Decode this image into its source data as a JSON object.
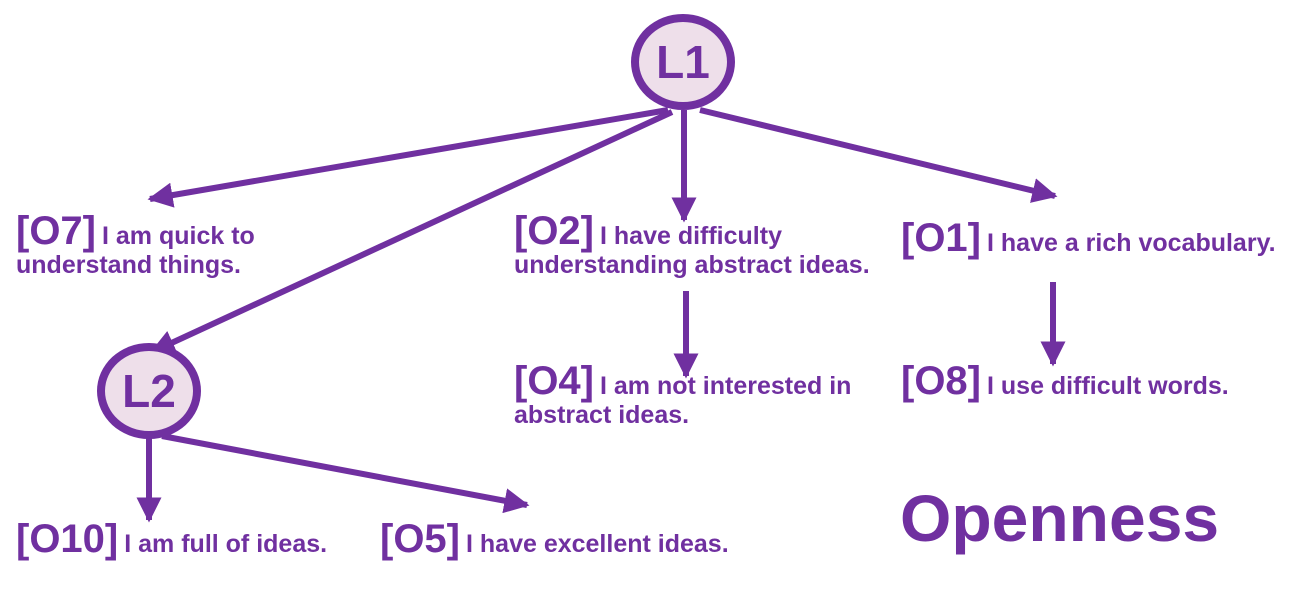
{
  "colors": {
    "accent": "#7030a0",
    "node_fill": "#eedfea"
  },
  "nodes": {
    "l1": "L1",
    "l2": "L2"
  },
  "items": {
    "o7": {
      "code": "[O7]",
      "line1": "I am quick to",
      "line2": "understand things."
    },
    "o2": {
      "code": "[O2]",
      "line1": "I have difficulty",
      "line2": "understanding abstract ideas."
    },
    "o1": {
      "code": "[O1]",
      "line1": "I have a rich vocabulary."
    },
    "o4": {
      "code": "[O4]",
      "line1": "I am not interested in",
      "line2": "abstract ideas."
    },
    "o8": {
      "code": "[O8]",
      "line1": "I use difficult words."
    },
    "o10": {
      "code": "[O10]",
      "line1": "I am full of ideas."
    },
    "o5": {
      "code": "[O5]",
      "line1": "I have excellent ideas."
    }
  },
  "title": "Openness"
}
